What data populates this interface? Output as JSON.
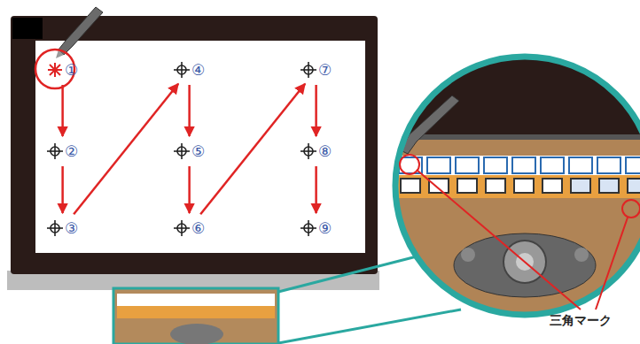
{
  "diagram": {
    "nodes": [
      {
        "text": [
          "①"
        ]
      },
      {
        "text": [
          "②"
        ]
      },
      {
        "text": [
          "③"
        ]
      },
      {
        "text": [
          "④"
        ]
      },
      {
        "text": [
          "⑤"
        ]
      },
      {
        "text": [
          "⑥"
        ]
      },
      {
        "text": [
          "⑦"
        ]
      },
      {
        "text": [
          "⑧"
        ]
      },
      {
        "text": [
          "⑨"
        ]
      }
    ],
    "edges": [
      {
        "from": 0,
        "to": 1,
        "arrow": "to"
      },
      {
        "from": 1,
        "to": 2,
        "arrow": "to"
      },
      {
        "from": 2,
        "to": 3,
        "arrow": "to"
      },
      {
        "from": 3,
        "to": 4,
        "arrow": "to"
      },
      {
        "from": 4,
        "to": 5,
        "arrow": "to"
      },
      {
        "from": 5,
        "to": 6,
        "arrow": "to"
      },
      {
        "from": 6,
        "to": 7,
        "arrow": "to"
      },
      {
        "from": 7,
        "to": 8,
        "arrow": "to"
      }
    ],
    "labels": [
      "三角マーク"
    ]
  }
}
